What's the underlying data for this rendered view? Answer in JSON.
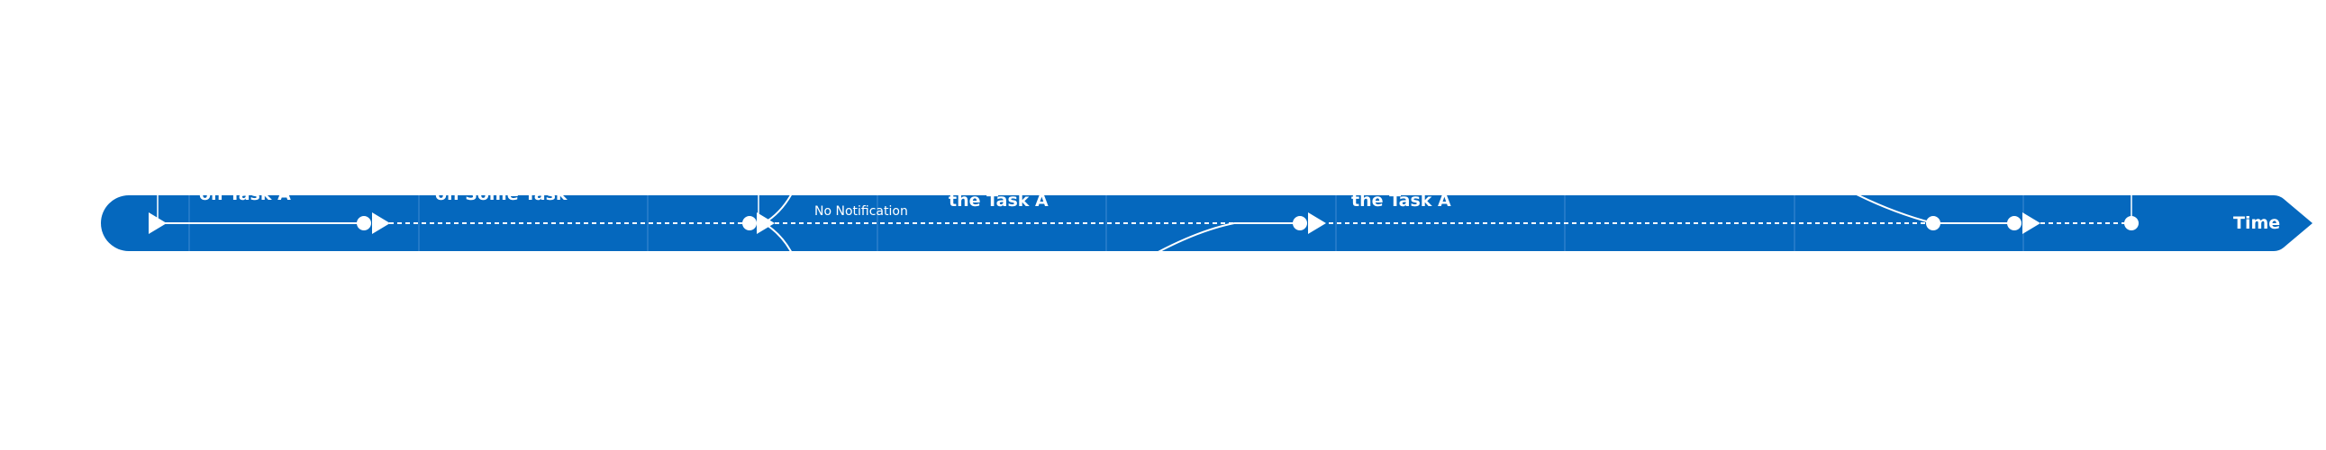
{
  "colors": {
    "band": "#0568BE",
    "divider": "#3F8AD1",
    "line": "#FFFFFF",
    "background": "#FFFFFF"
  },
  "labels": {
    "task_a_top": "on Task A",
    "some_task_top": "on Some Task",
    "no_notification": "No Notification",
    "the_task_a_1": "the Task A",
    "the_task_a_2": "the Task A",
    "time_axis": "Time"
  }
}
